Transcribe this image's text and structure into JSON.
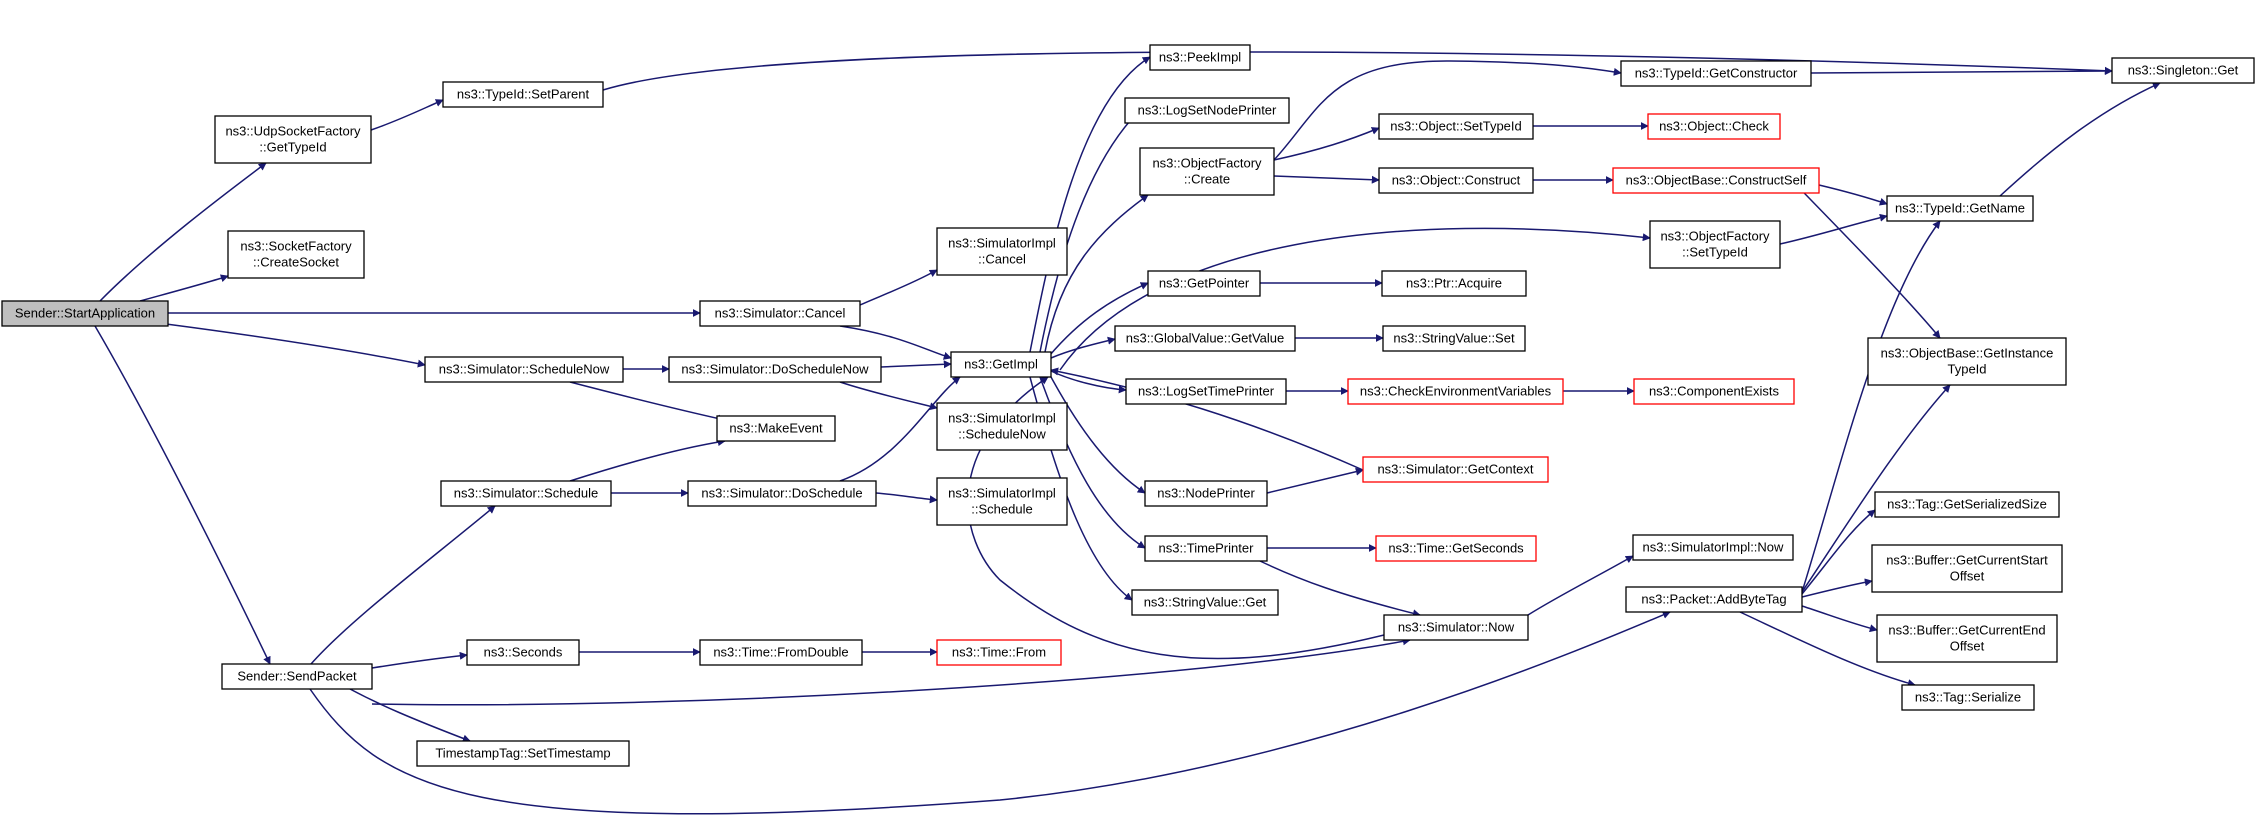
{
  "colors": {
    "edge": "#191970",
    "node_border": "#000000",
    "node_border_external": "#ff0000",
    "root_fill": "#bfbfbf",
    "node_fill": "#ffffff"
  },
  "nodes": [
    {
      "id": "start",
      "lines": [
        "Sender::StartApplication"
      ],
      "root": true
    },
    {
      "id": "udpf",
      "lines": [
        "ns3::UdpSocketFactory",
        "::GetTypeId"
      ]
    },
    {
      "id": "sockf",
      "lines": [
        "ns3::SocketFactory",
        "::CreateSocket"
      ]
    },
    {
      "id": "setparent",
      "lines": [
        "ns3::TypeId::SetParent"
      ]
    },
    {
      "id": "simcancel",
      "lines": [
        "ns3::Simulator::Cancel"
      ]
    },
    {
      "id": "schednow",
      "lines": [
        "ns3::Simulator::ScheduleNow"
      ]
    },
    {
      "id": "doschednow",
      "lines": [
        "ns3::Simulator::DoScheduleNow"
      ]
    },
    {
      "id": "makeevent",
      "lines": [
        "ns3::MakeEvent"
      ]
    },
    {
      "id": "sched",
      "lines": [
        "ns3::Simulator::Schedule"
      ]
    },
    {
      "id": "dosched",
      "lines": [
        "ns3::Simulator::DoSchedule"
      ]
    },
    {
      "id": "sendpacket",
      "lines": [
        "Sender::SendPacket"
      ]
    },
    {
      "id": "seconds",
      "lines": [
        "ns3::Seconds"
      ]
    },
    {
      "id": "fromdouble",
      "lines": [
        "ns3::Time::FromDouble"
      ]
    },
    {
      "id": "timefrom",
      "lines": [
        "ns3::Time::From"
      ],
      "external": true
    },
    {
      "id": "settimestamp",
      "lines": [
        "TimestampTag::SetTimestamp"
      ]
    },
    {
      "id": "simimplcancel",
      "lines": [
        "ns3::SimulatorImpl",
        "::Cancel"
      ]
    },
    {
      "id": "getimpl",
      "lines": [
        "ns3::GetImpl"
      ]
    },
    {
      "id": "simimplschednow",
      "lines": [
        "ns3::SimulatorImpl",
        "::ScheduleNow"
      ]
    },
    {
      "id": "simimplsched",
      "lines": [
        "ns3::SimulatorImpl",
        "::Schedule"
      ]
    },
    {
      "id": "peekimpl",
      "lines": [
        "ns3::PeekImpl"
      ]
    },
    {
      "id": "logsetnode",
      "lines": [
        "ns3::LogSetNodePrinter"
      ]
    },
    {
      "id": "objfcreate",
      "lines": [
        "ns3::ObjectFactory",
        "::Create"
      ]
    },
    {
      "id": "getpointer",
      "lines": [
        "ns3::GetPointer"
      ]
    },
    {
      "id": "gvgetvalue",
      "lines": [
        "ns3::GlobalValue::GetValue"
      ]
    },
    {
      "id": "logsettime",
      "lines": [
        "ns3::LogSetTimePrinter"
      ]
    },
    {
      "id": "nodeprinter",
      "lines": [
        "ns3::NodePrinter"
      ]
    },
    {
      "id": "timeprinter",
      "lines": [
        "ns3::TimePrinter"
      ]
    },
    {
      "id": "svget",
      "lines": [
        "ns3::StringValue::Get"
      ]
    },
    {
      "id": "objsettypeid",
      "lines": [
        "ns3::Object::SetTypeId"
      ]
    },
    {
      "id": "objconstruct",
      "lines": [
        "ns3::Object::Construct"
      ]
    },
    {
      "id": "ptracquire",
      "lines": [
        "ns3::Ptr::Acquire"
      ]
    },
    {
      "id": "svset",
      "lines": [
        "ns3::StringValue::Set"
      ]
    },
    {
      "id": "checkenv",
      "lines": [
        "ns3::CheckEnvironmentVariables"
      ],
      "external": true
    },
    {
      "id": "simgetctx",
      "lines": [
        "ns3::Simulator::GetContext"
      ],
      "external": true
    },
    {
      "id": "timegetsec",
      "lines": [
        "ns3::Time::GetSeconds"
      ],
      "external": true
    },
    {
      "id": "simnow",
      "lines": [
        "ns3::Simulator::Now"
      ]
    },
    {
      "id": "tidgetctor",
      "lines": [
        "ns3::TypeId::GetConstructor"
      ]
    },
    {
      "id": "objcheck",
      "lines": [
        "ns3::Object::Check"
      ],
      "external": true
    },
    {
      "id": "objbaseconstruct",
      "lines": [
        "ns3::ObjectBase::ConstructSelf"
      ],
      "external": true
    },
    {
      "id": "objfsettypeid",
      "lines": [
        "ns3::ObjectFactory",
        "::SetTypeId"
      ]
    },
    {
      "id": "compexists",
      "lines": [
        "ns3::ComponentExists"
      ],
      "external": true
    },
    {
      "id": "simimplnow",
      "lines": [
        "ns3::SimulatorImpl::Now"
      ]
    },
    {
      "id": "addbytetag",
      "lines": [
        "ns3::Packet::AddByteTag"
      ]
    },
    {
      "id": "singletonget",
      "lines": [
        "ns3::Singleton::Get"
      ]
    },
    {
      "id": "tidgetname",
      "lines": [
        "ns3::TypeId::GetName"
      ]
    },
    {
      "id": "getinsttid",
      "lines": [
        "ns3::ObjectBase::GetInstance",
        "TypeId"
      ]
    },
    {
      "id": "taggetsersize",
      "lines": [
        "ns3::Tag::GetSerializedSize"
      ]
    },
    {
      "id": "bufcurstart",
      "lines": [
        "ns3::Buffer::GetCurrentStart",
        "Offset"
      ]
    },
    {
      "id": "bufcurend",
      "lines": [
        "ns3::Buffer::GetCurrentEnd",
        "Offset"
      ]
    },
    {
      "id": "tagserialize",
      "lines": [
        "ns3::Tag::Serialize"
      ]
    }
  ]
}
